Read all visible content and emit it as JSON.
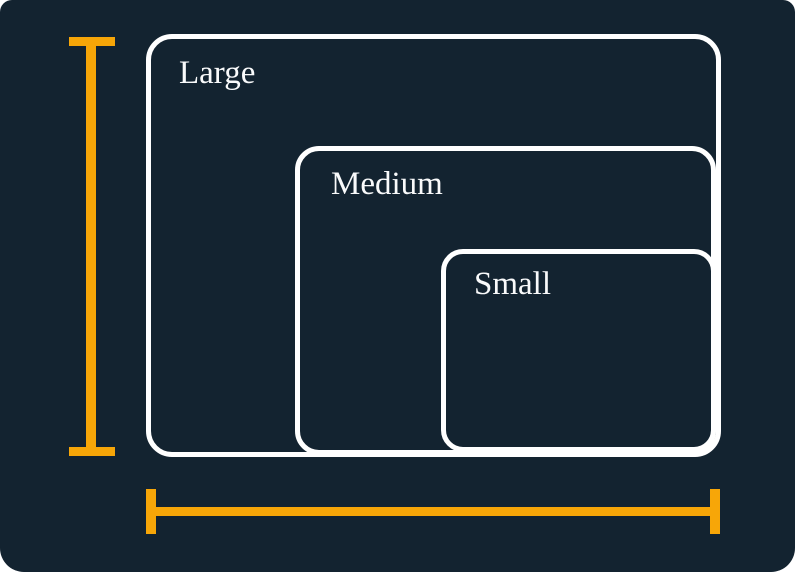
{
  "diagram": {
    "title": "nested-size-boxes",
    "boxes": [
      {
        "id": "large",
        "label": "Large"
      },
      {
        "id": "medium",
        "label": "Medium"
      },
      {
        "id": "small",
        "label": "Small"
      }
    ],
    "dimension_lines": [
      {
        "id": "height-measure",
        "orientation": "vertical",
        "measures": "large box height"
      },
      {
        "id": "width-measure",
        "orientation": "horizontal",
        "measures": "large box width"
      }
    ],
    "colors": {
      "background": "#132330",
      "page_background": "#ffffff",
      "box_border": "#ffffff",
      "label_text": "#f9fafb",
      "dimension_line": "#f7a608"
    }
  }
}
